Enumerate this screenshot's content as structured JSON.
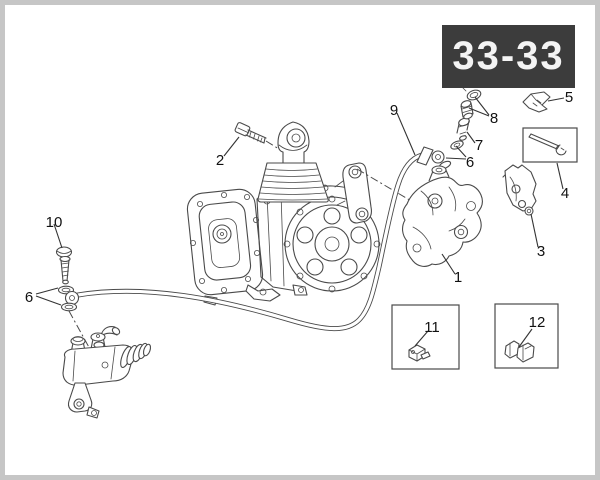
{
  "page": {
    "code": "33-33"
  },
  "callouts": [
    {
      "label": "1",
      "part": "brake-caliper"
    },
    {
      "label": "2",
      "part": "mounting-bolt"
    },
    {
      "label": "3",
      "part": "brake-pads"
    },
    {
      "label": "4",
      "part": "pad-pin-and-clip-kit"
    },
    {
      "label": "5",
      "part": "sheet-clip"
    },
    {
      "label": "6",
      "part": "sealing-washers-caliper"
    },
    {
      "label": "7",
      "part": "hose-fitting"
    },
    {
      "label": "8",
      "part": "bleed-valve-and-cap"
    },
    {
      "label": "9",
      "part": "brake-hose"
    },
    {
      "label": "10",
      "part": "banjo-bolt"
    },
    {
      "label": "6",
      "part": "sealing-washers-master-cylinder"
    },
    {
      "label": "11",
      "part": "hose-clamp-a"
    },
    {
      "label": "12",
      "part": "hose-clamp-b"
    }
  ],
  "colors": {
    "line": "#4a4a4a",
    "label_text": "#111111",
    "code_box_bg": "#3c3c3c",
    "code_box_text": "#f4f4f4",
    "page_border": "#c6c6c6",
    "background": "#ffffff"
  }
}
